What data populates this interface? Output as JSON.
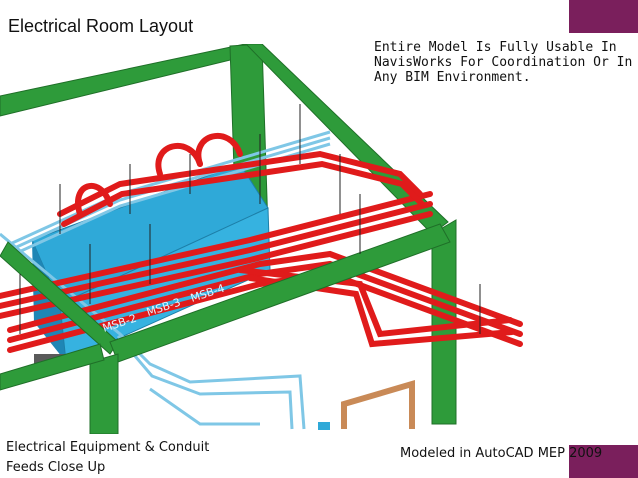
{
  "slide": {
    "title": "Electrical Room Layout",
    "top_note": "Entire Model Is Fully Usable In NavisWorks For Coordination Or In Any BIM Environment.",
    "bottom_left_note_line1": "Electrical Equipment & Conduit",
    "bottom_left_note_line2": "Feeds Close Up",
    "bottom_right_note": "Modeled in AutoCAD MEP 2009"
  },
  "model": {
    "equipment_labels": [
      "MSB-2",
      "MSB-3",
      "MSB-4"
    ]
  },
  "colors": {
    "accent": "#7a1f5c",
    "frame": "#2e9b3a",
    "conduit": "#e01b1b",
    "switchboard": "#2fa9d8",
    "pipe": "#7fc7e6",
    "wood": "#c98a57"
  }
}
